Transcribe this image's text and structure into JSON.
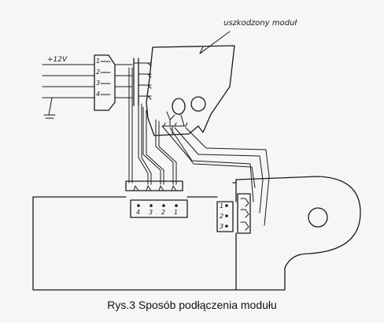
{
  "labels": {
    "module": "uszkodzony moduł",
    "supply": "+12V",
    "left_connector_pins": [
      "1",
      "2",
      "3",
      "4"
    ],
    "mid_connector_pins": [
      "4",
      "3",
      "2",
      "1"
    ],
    "right_connector_pins": [
      "1",
      "2",
      "3"
    ]
  },
  "caption": "Rys.3 Sposób podłączenia modułu",
  "colors": {
    "ink": "#1a1a1a",
    "paper": "#f6f6f4"
  }
}
